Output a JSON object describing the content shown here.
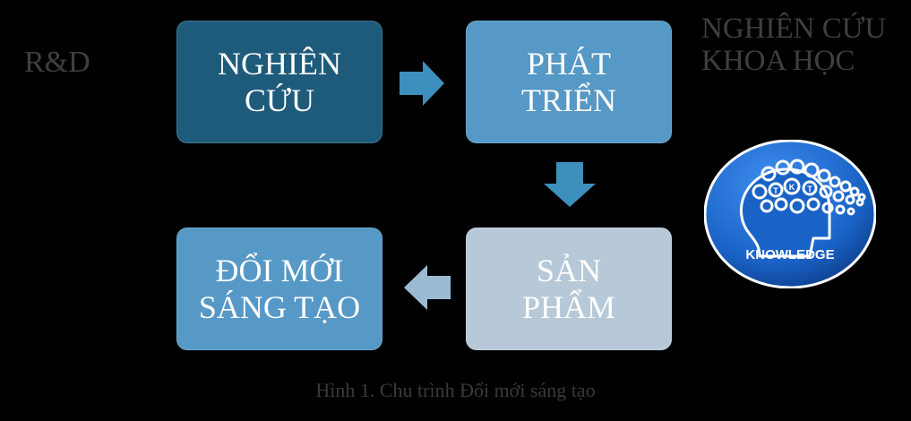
{
  "labels": {
    "rd": "R&D",
    "scientific_research": "NGHIÊN CỨU\nKHOA HỌC"
  },
  "boxes": {
    "research": "NGHIÊN\nCỨU",
    "development": "PHÁT\nTRIỂN",
    "product": "SẢN\nPHẨM",
    "innovation": "ĐỔI MỚI\nSÁNG TẠO"
  },
  "knowledge_badge": {
    "text": "KNOWLEDGE",
    "gear_letters": [
      "T",
      "K",
      "T"
    ]
  },
  "caption": "Hình 1. Chu trình Đổi mới sáng tạo",
  "colors": {
    "background": "#000000",
    "research_box": "#1e5b7a",
    "development_box": "#5698c6",
    "product_box": "#b7c8d8",
    "innovation_box": "#5698c6",
    "arrow": "#3d8fbd",
    "arrow_light": "#9bbbd2",
    "badge_blue": "#1a63c6",
    "muted_text": "#3f3f3f"
  },
  "icons": [
    "right-arrow-icon",
    "down-arrow-icon",
    "left-arrow-icon",
    "knowledge-head-icon"
  ]
}
